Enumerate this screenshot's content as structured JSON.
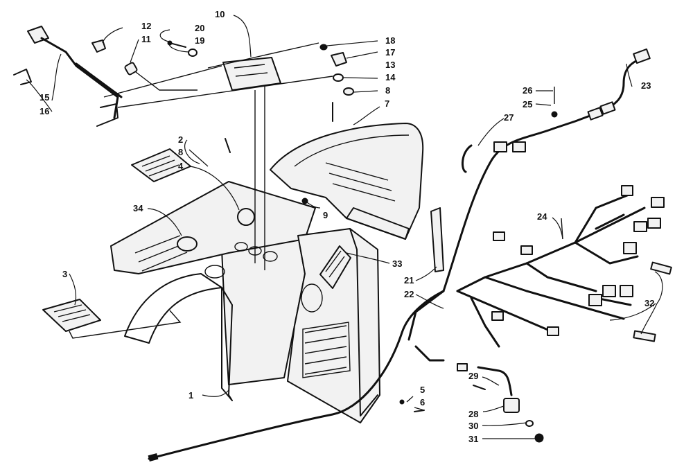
{
  "callouts": [
    {
      "id": "c1",
      "text": "1"
    },
    {
      "id": "c2",
      "text": "2"
    },
    {
      "id": "c3",
      "text": "3"
    },
    {
      "id": "c4",
      "text": "4"
    },
    {
      "id": "c5",
      "text": "5"
    },
    {
      "id": "c6",
      "text": "6"
    },
    {
      "id": "c7",
      "text": "7"
    },
    {
      "id": "c8a",
      "text": "8"
    },
    {
      "id": "c8b",
      "text": "8"
    },
    {
      "id": "c9",
      "text": "9"
    },
    {
      "id": "c10",
      "text": "10"
    },
    {
      "id": "c11",
      "text": "11"
    },
    {
      "id": "c12",
      "text": "12"
    },
    {
      "id": "c13",
      "text": "13"
    },
    {
      "id": "c14",
      "text": "14"
    },
    {
      "id": "c15",
      "text": "15"
    },
    {
      "id": "c16",
      "text": "16"
    },
    {
      "id": "c17",
      "text": "17"
    },
    {
      "id": "c18",
      "text": "18"
    },
    {
      "id": "c19",
      "text": "19"
    },
    {
      "id": "c20",
      "text": "20"
    },
    {
      "id": "c21",
      "text": "21"
    },
    {
      "id": "c22",
      "text": "22"
    },
    {
      "id": "c23",
      "text": "23"
    },
    {
      "id": "c24",
      "text": "24"
    },
    {
      "id": "c25",
      "text": "25"
    },
    {
      "id": "c26",
      "text": "26"
    },
    {
      "id": "c27",
      "text": "27"
    },
    {
      "id": "c28",
      "text": "28"
    },
    {
      "id": "c29",
      "text": "29"
    },
    {
      "id": "c30",
      "text": "30"
    },
    {
      "id": "c31",
      "text": "31"
    },
    {
      "id": "c32",
      "text": "32"
    },
    {
      "id": "c33",
      "text": "33"
    },
    {
      "id": "c34",
      "text": "34"
    }
  ]
}
